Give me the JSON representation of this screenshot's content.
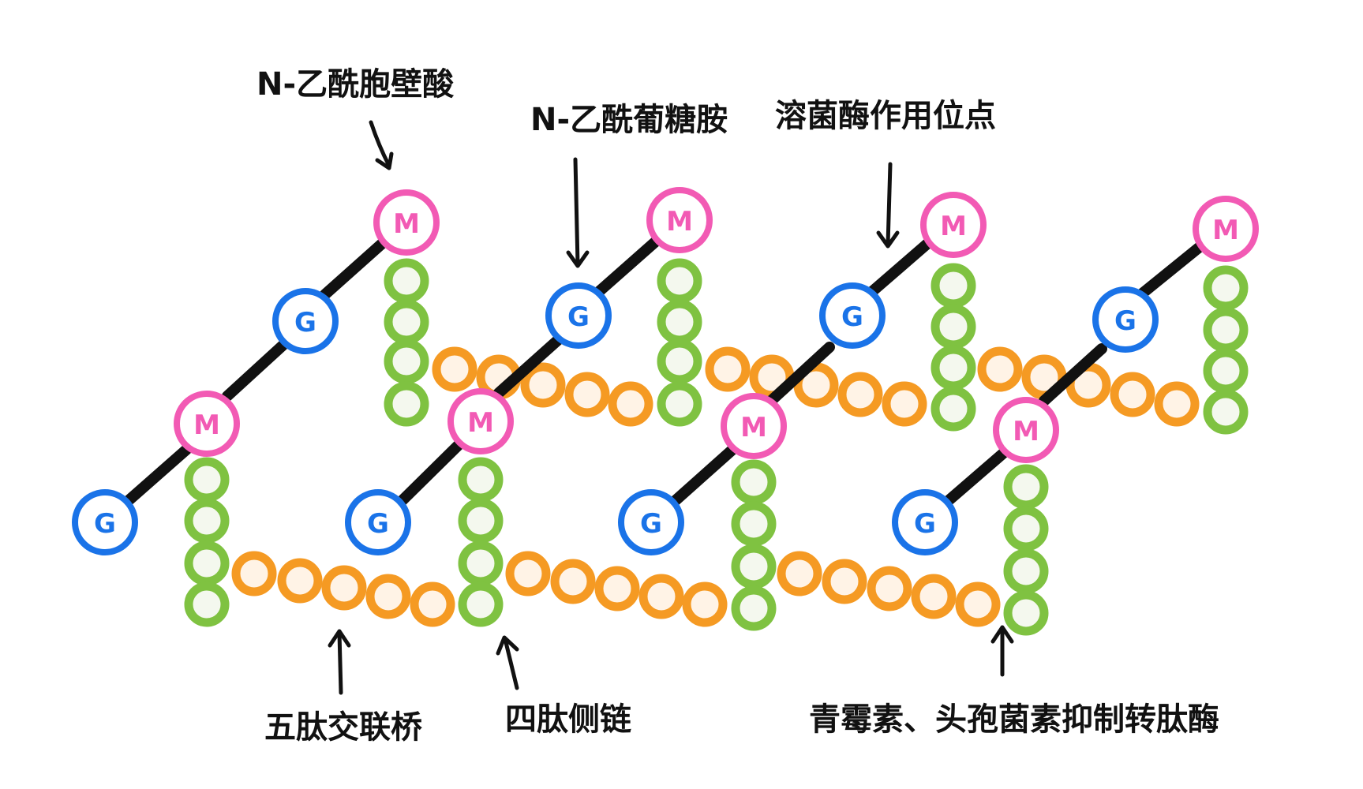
{
  "labels": {
    "nam": "N-乙酰胞壁酸",
    "nag": "N-乙酰葡糖胺",
    "lysozyme_site": "溶菌酶作用位点",
    "pentapeptide_bridge": "五肽交联桥",
    "tetrapeptide_chain": "四肽侧链",
    "penicillin_note": "青霉素、头孢菌素抑制转肽酶"
  },
  "node_letters": {
    "glcnac": "G",
    "murnac": "M"
  },
  "colors": {
    "glcnac": "#1a73e8",
    "murnac": "#f25ab4",
    "tetrapeptide": "#7fc241",
    "pentapeptide": "#f59a23",
    "bond": "#111111",
    "bead_fill": "#f4f8ee",
    "orange_fill": "#fff3e6"
  }
}
